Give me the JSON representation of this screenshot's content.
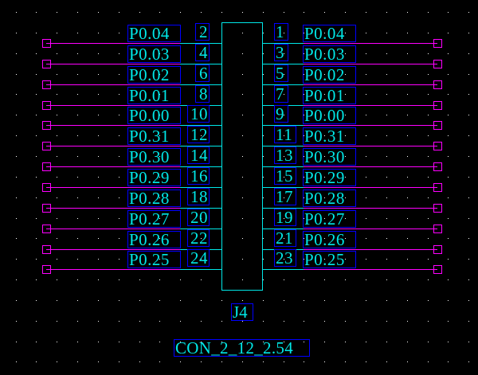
{
  "component": {
    "designator": "J4",
    "value": "CON_2_12_2.54",
    "colors": {
      "background": "#000000",
      "grid_dot": "#ffffff",
      "body_outline": "#00e8e8",
      "pin_line": "#00e8e8",
      "wire": "#ff00ff",
      "port_box": "#ff00ff",
      "label_text": "#00e8e8",
      "label_box": "#0000ff"
    },
    "left_pins": [
      {
        "pin": "2",
        "net": "P0.04"
      },
      {
        "pin": "4",
        "net": "P0.03"
      },
      {
        "pin": "6",
        "net": "P0.02"
      },
      {
        "pin": "8",
        "net": "P0.01"
      },
      {
        "pin": "10",
        "net": "P0.00"
      },
      {
        "pin": "12",
        "net": "P0.31"
      },
      {
        "pin": "14",
        "net": "P0.30"
      },
      {
        "pin": "16",
        "net": "P0.29"
      },
      {
        "pin": "18",
        "net": "P0.28"
      },
      {
        "pin": "20",
        "net": "P0.27"
      },
      {
        "pin": "22",
        "net": "P0.26"
      },
      {
        "pin": "24",
        "net": "P0.25"
      }
    ],
    "right_pins": [
      {
        "pin": "1",
        "net": "P0.04"
      },
      {
        "pin": "3",
        "net": "P0.03"
      },
      {
        "pin": "5",
        "net": "P0.02"
      },
      {
        "pin": "7",
        "net": "P0.01"
      },
      {
        "pin": "9",
        "net": "P0.00"
      },
      {
        "pin": "11",
        "net": "P0.31"
      },
      {
        "pin": "13",
        "net": "P0.30"
      },
      {
        "pin": "15",
        "net": "P0.29"
      },
      {
        "pin": "17",
        "net": "P0.28"
      },
      {
        "pin": "19",
        "net": "P0.27"
      },
      {
        "pin": "21",
        "net": "P0.26"
      },
      {
        "pin": "23",
        "net": "P0.25"
      }
    ]
  }
}
